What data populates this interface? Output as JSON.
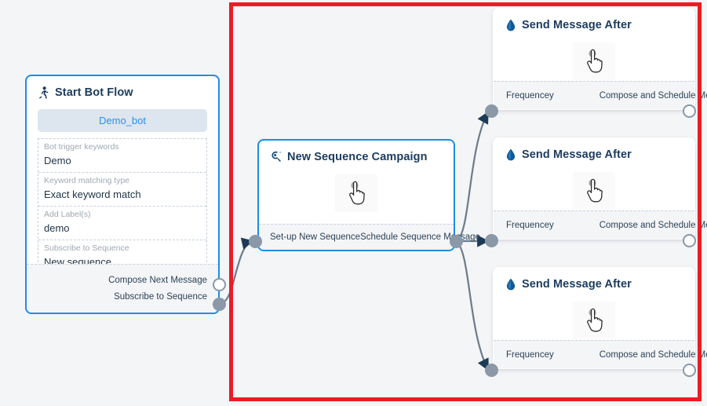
{
  "canvas": {
    "background_color": "#f4f5f7",
    "annotation": {
      "shape": "rectangle",
      "color": "#ec1c24",
      "label": "highlight-region"
    }
  },
  "nodes": {
    "start_bot_flow": {
      "title": "Start Bot Flow",
      "icon": "running-person-icon",
      "bot_pill": "Demo_bot",
      "fields": [
        {
          "label": "Bot trigger keywords",
          "value": "Demo"
        },
        {
          "label": "Keyword matching type",
          "value": "Exact keyword match"
        },
        {
          "label": "Add Label(s)",
          "value": "demo"
        },
        {
          "label": "Subscribe to Sequence",
          "value": "New sequence"
        }
      ],
      "outputs": [
        {
          "label": "Compose Next Message",
          "port": "open"
        },
        {
          "label": "Subscribe to Sequence",
          "port": "filled"
        }
      ]
    },
    "new_sequence_campaign": {
      "title": "New Sequence Campaign",
      "icon": "sequence-campaign-icon",
      "cursor_icon": "pointing-hand-cursor",
      "input_label": "Set-up New Sequence",
      "output_label": "Schedule Sequence Message"
    },
    "send_message_after": [
      {
        "title": "Send Message After",
        "icon": "water-drop-icon",
        "cursor_icon": "pointing-hand-cursor",
        "input_label": "Frequencey",
        "output_label": "Compose and Schedule Message"
      },
      {
        "title": "Send Message After",
        "icon": "water-drop-icon",
        "cursor_icon": "pointing-hand-cursor",
        "input_label": "Frequencey",
        "output_label": "Compose and Schedule Message"
      },
      {
        "title": "Send Message After",
        "icon": "water-drop-icon",
        "cursor_icon": "pointing-hand-cursor",
        "input_label": "Frequencey",
        "output_label": "Compose and Schedule Message"
      }
    ]
  },
  "colors": {
    "node_border_selected": "#1a8fe3",
    "title_text": "#1b3b5f",
    "port": "#8a98a8",
    "edge": "#6b7b8c",
    "pill_bg": "#dde5ee",
    "pill_text": "#2a90f0",
    "annotation": "#ec1c24"
  }
}
